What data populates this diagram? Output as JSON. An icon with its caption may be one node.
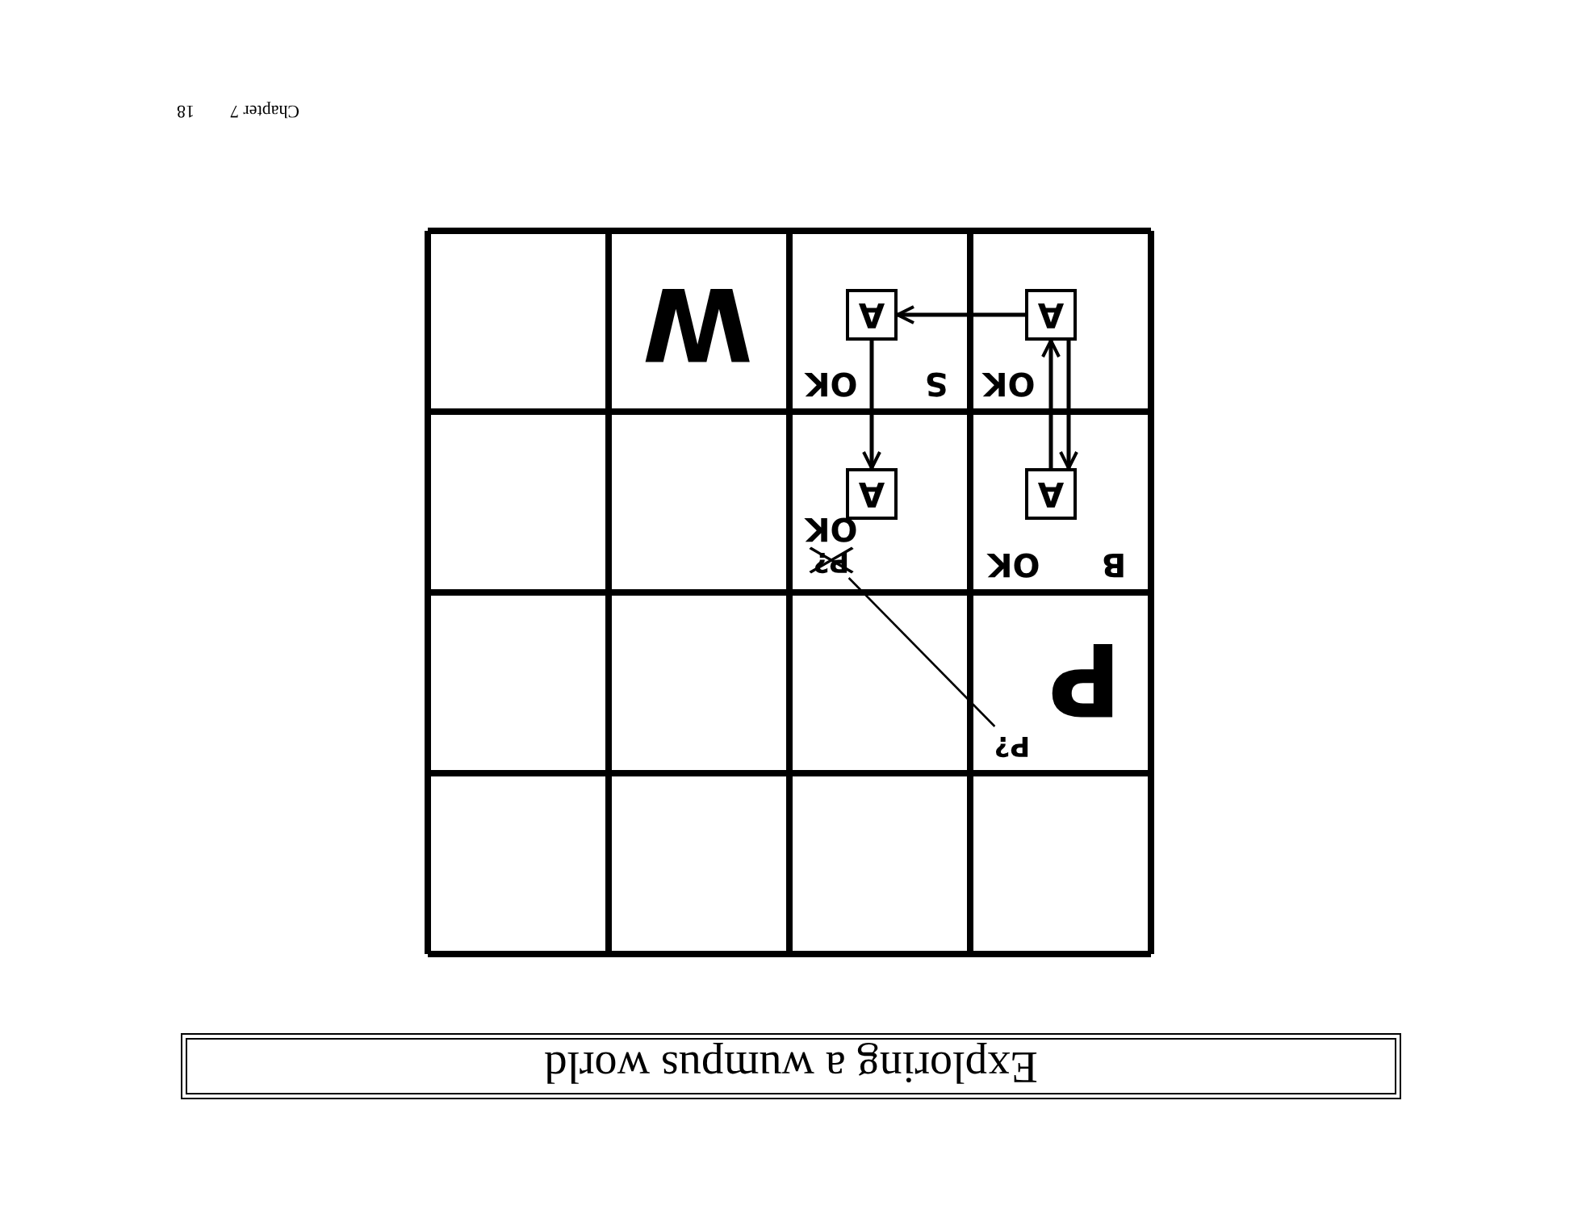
{
  "diagram": {
    "title": "Exploring a wumpus world",
    "nodes": [
      {
        "text": [
          "P?"
        ]
      },
      {
        "text": [
          "A"
        ]
      },
      {
        "text": [
          "P?"
        ]
      },
      {
        "text": [
          "A"
        ]
      },
      {
        "text": [
          "A"
        ]
      },
      {
        "text": [
          "A"
        ]
      }
    ],
    "edges": [
      {
        "from": 0,
        "to": 2,
        "arrow": "none"
      },
      {
        "from": 4,
        "to": 1,
        "arrow": "to"
      },
      {
        "from": 1,
        "to": 4,
        "arrow": "to"
      },
      {
        "from": 5,
        "to": 3,
        "arrow": "to"
      },
      {
        "from": 4,
        "to": 5,
        "arrow": "to"
      }
    ],
    "labels": [
      "P",
      "B",
      "OK",
      "OK",
      "OK",
      "S",
      "OK",
      "W",
      "Chapter 7",
      "18"
    ]
  }
}
